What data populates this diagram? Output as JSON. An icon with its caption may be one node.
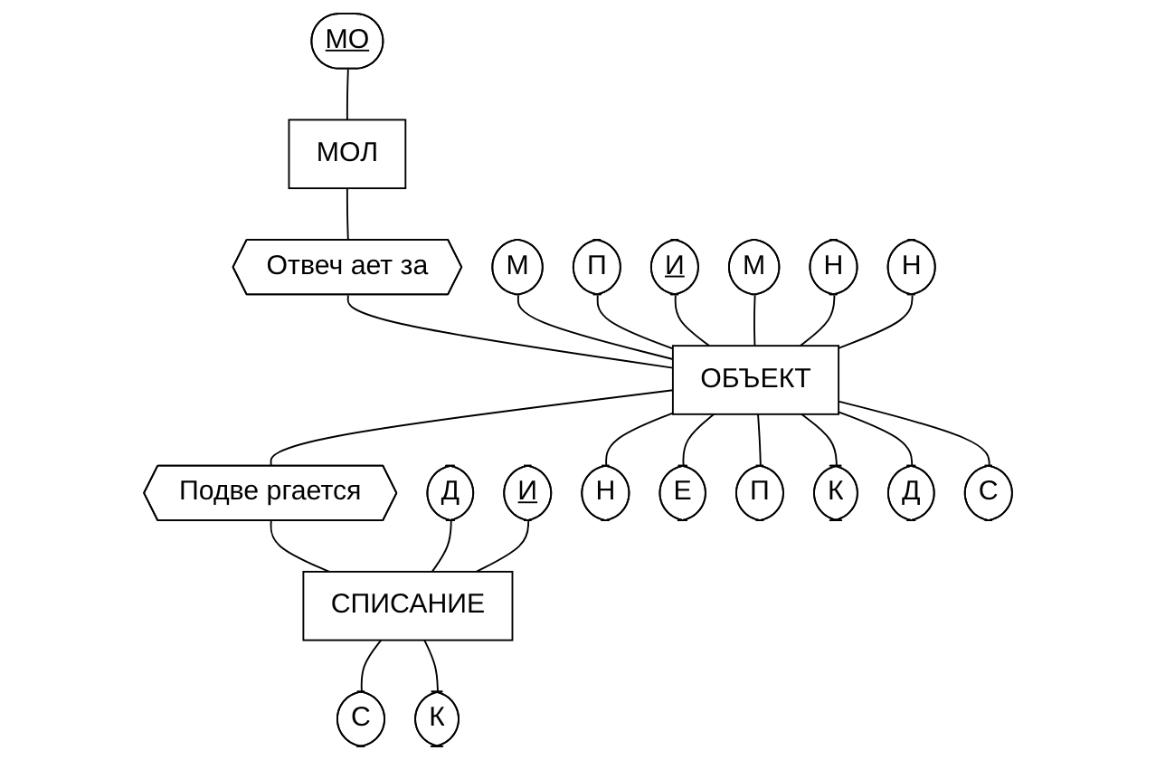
{
  "diagram": {
    "nodes": [
      {
        "text": [
          "МО"
        ]
      },
      {
        "text": [
          "МОЛ"
        ]
      },
      {
        "text": [
          "Отвеч ает за"
        ]
      },
      {
        "text": [
          "М"
        ]
      },
      {
        "text": [
          "П"
        ]
      },
      {
        "text": [
          "И"
        ]
      },
      {
        "text": [
          "М"
        ]
      },
      {
        "text": [
          "Н"
        ]
      },
      {
        "text": [
          "Н"
        ]
      },
      {
        "text": [
          "ОБЪЕКТ"
        ]
      },
      {
        "text": [
          "Подве ргается"
        ]
      },
      {
        "text": [
          "Д"
        ]
      },
      {
        "text": [
          "И"
        ]
      },
      {
        "text": [
          "СПИСАНИЕ"
        ]
      },
      {
        "text": [
          "Н"
        ]
      },
      {
        "text": [
          "Е"
        ]
      },
      {
        "text": [
          "П"
        ]
      },
      {
        "text": [
          "К"
        ]
      },
      {
        "text": [
          "Д"
        ]
      },
      {
        "text": [
          "С"
        ]
      },
      {
        "text": [
          "С"
        ]
      },
      {
        "text": [
          "К"
        ]
      }
    ],
    "edges": [
      {
        "from": 0,
        "to": 1,
        "arrow": "none"
      },
      {
        "from": 1,
        "to": 2,
        "arrow": "none"
      },
      {
        "from": 2,
        "to": 9,
        "arrow": "none"
      },
      {
        "from": 3,
        "to": 9,
        "arrow": "none"
      },
      {
        "from": 4,
        "to": 9,
        "arrow": "none"
      },
      {
        "from": 5,
        "to": 9,
        "arrow": "none"
      },
      {
        "from": 6,
        "to": 9,
        "arrow": "none"
      },
      {
        "from": 7,
        "to": 9,
        "arrow": "none"
      },
      {
        "from": 8,
        "to": 9,
        "arrow": "none"
      },
      {
        "from": 9,
        "to": 10,
        "arrow": "none"
      },
      {
        "from": 10,
        "to": 13,
        "arrow": "none"
      },
      {
        "from": 11,
        "to": 13,
        "arrow": "none"
      },
      {
        "from": 12,
        "to": 13,
        "arrow": "none"
      },
      {
        "from": 9,
        "to": 14,
        "arrow": "none"
      },
      {
        "from": 9,
        "to": 15,
        "arrow": "none"
      },
      {
        "from": 9,
        "to": 16,
        "arrow": "none"
      },
      {
        "from": 9,
        "to": 17,
        "arrow": "none"
      },
      {
        "from": 9,
        "to": 18,
        "arrow": "none"
      },
      {
        "from": 9,
        "to": 19,
        "arrow": "none"
      },
      {
        "from": 13,
        "to": 20,
        "arrow": "none"
      },
      {
        "from": 13,
        "to": 21,
        "arrow": "none"
      }
    ]
  }
}
